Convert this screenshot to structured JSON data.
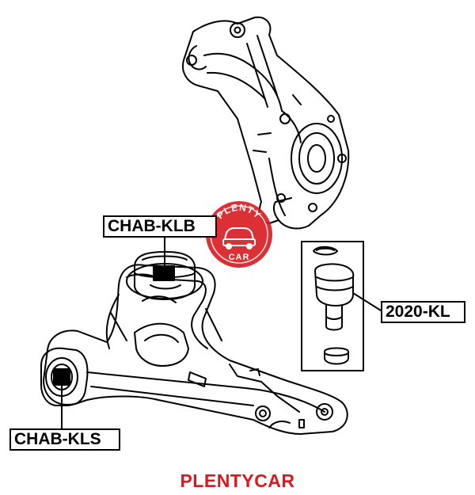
{
  "diagram": {
    "parts": [
      {
        "id": "upper-mount-bushing",
        "label": "CHAB-KLB"
      },
      {
        "id": "front-bushing",
        "label": "CHAB-KLS"
      },
      {
        "id": "ball-joint",
        "label": "2020-KL"
      }
    ]
  },
  "logo": {
    "top_text": "PLENTY",
    "bottom_text": "CAR",
    "color": "#d71920"
  },
  "brand": {
    "text": "PLENTYCAR",
    "color": "#d71920"
  }
}
